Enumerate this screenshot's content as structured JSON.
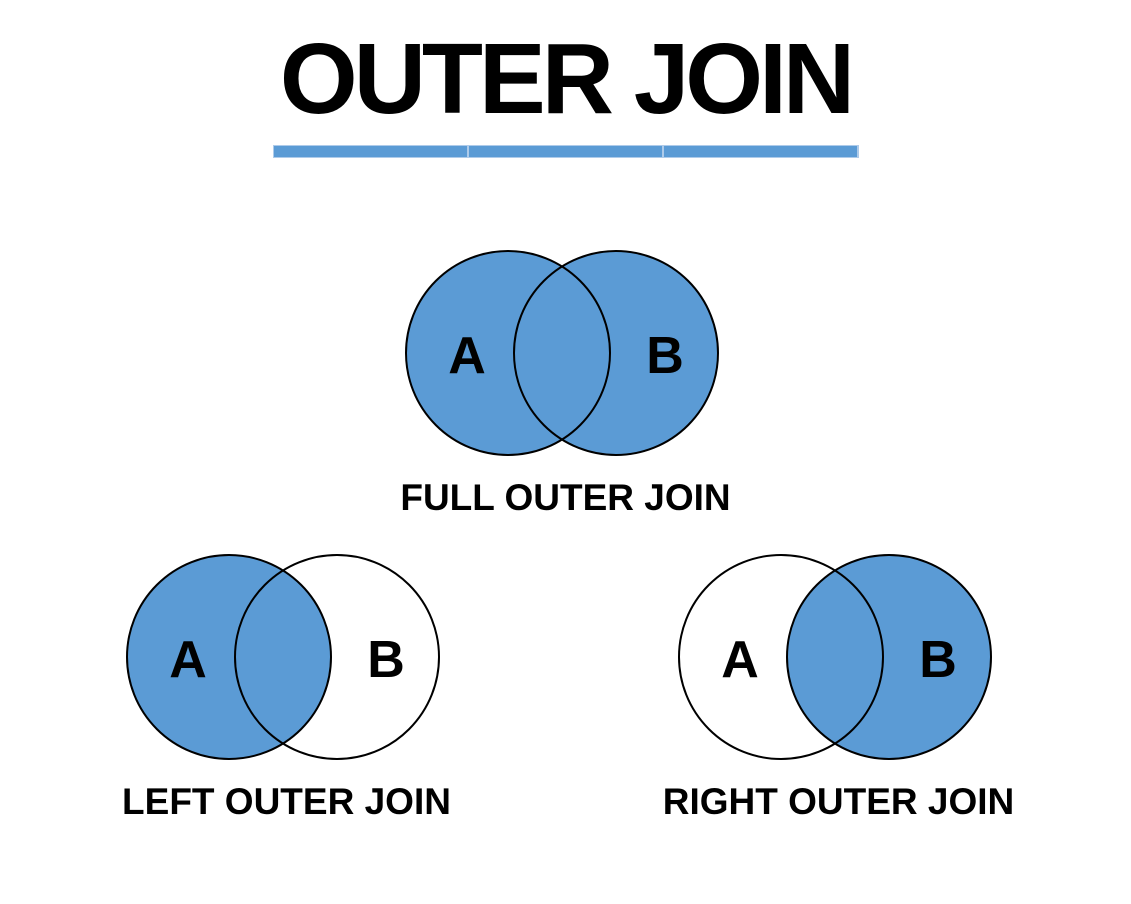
{
  "title": {
    "text": "OUTER JOIN"
  },
  "colors": {
    "accent": "#5b9bd5",
    "accent_light": "#aecbea",
    "outline": "#000000",
    "text": "#000000",
    "background": "#ffffff"
  },
  "diagrams": [
    {
      "name": "full-outer-join",
      "caption": "FULL OUTER JOIN",
      "left_label": "A",
      "right_label": "B",
      "shaded_regions": "both circles and intersection",
      "left_fill": "#5b9bd5",
      "right_fill": "#5b9bd5"
    },
    {
      "name": "left-outer-join",
      "caption": "LEFT OUTER JOIN",
      "left_label": "A",
      "right_label": "B",
      "shaded_regions": "left circle and intersection",
      "left_fill": "#5b9bd5",
      "right_fill": "none"
    },
    {
      "name": "right-outer-join",
      "caption": "RIGHT OUTER JOIN",
      "left_label": "A",
      "right_label": "B",
      "shaded_regions": "right circle and intersection",
      "left_fill": "none",
      "right_fill": "#5b9bd5"
    }
  ]
}
